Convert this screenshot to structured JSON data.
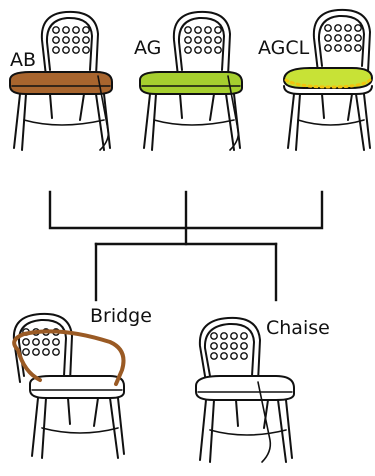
{
  "colors": {
    "line": "#111111",
    "ab_seat": "#a8652e",
    "ag_seat": "#a6cf2f",
    "agcl_seat": "#c8e236",
    "agcl_dots": "#f2c40f",
    "bridge_arm": "#9a5a24"
  },
  "top_row": [
    {
      "label": "AB",
      "seat": "wood"
    },
    {
      "label": "AG",
      "seat": "green"
    },
    {
      "label": "AGCL",
      "seat": "cushion"
    }
  ],
  "bottom_row": [
    {
      "label": "Bridge",
      "variant": "armchair"
    },
    {
      "label": "Chaise",
      "variant": "chair"
    }
  ]
}
